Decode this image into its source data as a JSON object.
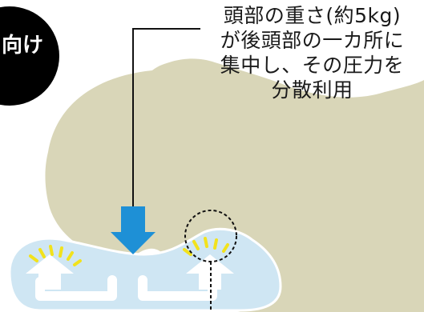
{
  "badge": {
    "text": "向け"
  },
  "caption": {
    "lines": [
      "頭部の重さ(約5kg)",
      "が後頭部の一カ所に",
      "集中し、その圧力を",
      "分散利用"
    ]
  },
  "colors": {
    "head": "#d9d6b8",
    "pillow": "#cfe6f3",
    "pressure_arrow": "#1e90d6",
    "ray": "#f2e21c",
    "badge": "#000000"
  }
}
